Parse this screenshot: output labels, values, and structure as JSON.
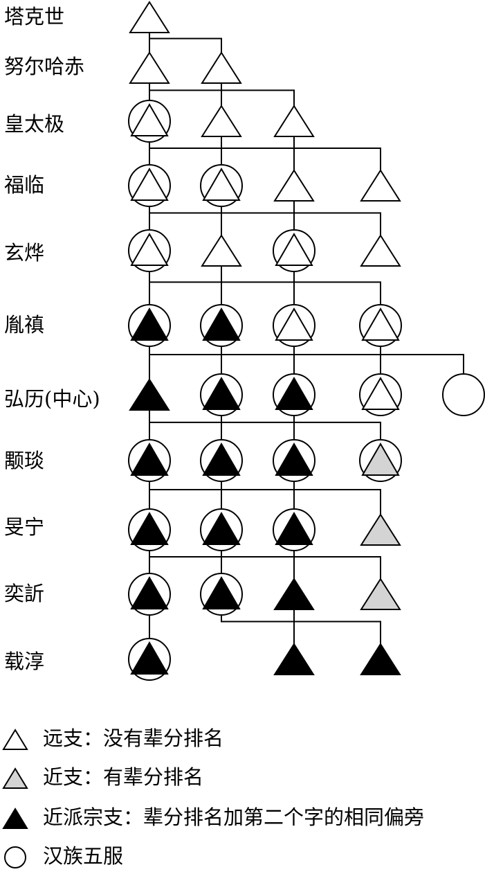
{
  "generations": [
    "塔克世",
    "努尔哈赤",
    "皇太极",
    "福临",
    "玄烨",
    "胤禛",
    "弘历(中心)",
    "颙琰",
    "旻宁",
    "奕訢",
    "载淳"
  ],
  "legend": [
    {
      "symbol": "triangle-white",
      "text": "远支：没有辈分排名"
    },
    {
      "symbol": "triangle-gray",
      "text": "近支：有辈分排名"
    },
    {
      "symbol": "triangle-black",
      "text": "近派宗支：辈分排名加第二个字的相同偏旁"
    },
    {
      "symbol": "circle",
      "text": "汉族五服"
    }
  ],
  "colors": {
    "white": "#ffffff",
    "gray": "#d4d4d4",
    "black": "#000000"
  },
  "nodes": [
    {
      "id": "g0-0",
      "gen": 0,
      "col": 0,
      "fill": "white",
      "circle": false
    },
    {
      "id": "g1-0",
      "gen": 1,
      "col": 0,
      "fill": "white",
      "circle": false
    },
    {
      "id": "g1-1",
      "gen": 1,
      "col": 1,
      "fill": "white",
      "circle": false
    },
    {
      "id": "g2-0",
      "gen": 2,
      "col": 0,
      "fill": "white",
      "circle": true
    },
    {
      "id": "g2-1",
      "gen": 2,
      "col": 1,
      "fill": "white",
      "circle": false
    },
    {
      "id": "g2-2",
      "gen": 2,
      "col": 2,
      "fill": "white",
      "circle": false
    },
    {
      "id": "g3-0",
      "gen": 3,
      "col": 0,
      "fill": "white",
      "circle": true
    },
    {
      "id": "g3-1",
      "gen": 3,
      "col": 1,
      "fill": "white",
      "circle": true
    },
    {
      "id": "g3-2",
      "gen": 3,
      "col": 2,
      "fill": "white",
      "circle": false
    },
    {
      "id": "g3-3",
      "gen": 3,
      "col": 3,
      "fill": "white",
      "circle": false
    },
    {
      "id": "g4-0",
      "gen": 4,
      "col": 0,
      "fill": "white",
      "circle": true
    },
    {
      "id": "g4-1",
      "gen": 4,
      "col": 1,
      "fill": "white",
      "circle": false
    },
    {
      "id": "g4-2",
      "gen": 4,
      "col": 2,
      "fill": "white",
      "circle": true
    },
    {
      "id": "g4-3",
      "gen": 4,
      "col": 3,
      "fill": "white",
      "circle": false
    },
    {
      "id": "g5-0",
      "gen": 5,
      "col": 0,
      "fill": "black",
      "circle": true
    },
    {
      "id": "g5-1",
      "gen": 5,
      "col": 1,
      "fill": "black",
      "circle": true
    },
    {
      "id": "g5-2",
      "gen": 5,
      "col": 2,
      "fill": "white",
      "circle": true
    },
    {
      "id": "g5-3",
      "gen": 5,
      "col": 3,
      "fill": "white",
      "circle": true
    },
    {
      "id": "g6-0",
      "gen": 6,
      "col": 0,
      "fill": "black",
      "circle": false
    },
    {
      "id": "g6-1",
      "gen": 6,
      "col": 1,
      "fill": "black",
      "circle": true
    },
    {
      "id": "g6-2",
      "gen": 6,
      "col": 2,
      "fill": "black",
      "circle": true
    },
    {
      "id": "g6-3",
      "gen": 6,
      "col": 3,
      "fill": "white",
      "circle": true
    },
    {
      "id": "g6-4",
      "gen": 6,
      "col": 4,
      "fill": "none",
      "circle": true
    },
    {
      "id": "g7-0",
      "gen": 7,
      "col": 0,
      "fill": "black",
      "circle": true
    },
    {
      "id": "g7-1",
      "gen": 7,
      "col": 1,
      "fill": "black",
      "circle": true
    },
    {
      "id": "g7-2",
      "gen": 7,
      "col": 2,
      "fill": "black",
      "circle": true
    },
    {
      "id": "g7-3",
      "gen": 7,
      "col": 3,
      "fill": "gray",
      "circle": true
    },
    {
      "id": "g8-0",
      "gen": 8,
      "col": 0,
      "fill": "black",
      "circle": true
    },
    {
      "id": "g8-1",
      "gen": 8,
      "col": 1,
      "fill": "black",
      "circle": true
    },
    {
      "id": "g8-2",
      "gen": 8,
      "col": 2,
      "fill": "black",
      "circle": true
    },
    {
      "id": "g8-3",
      "gen": 8,
      "col": 3,
      "fill": "gray",
      "circle": false
    },
    {
      "id": "g9-0",
      "gen": 9,
      "col": 0,
      "fill": "black",
      "circle": true
    },
    {
      "id": "g9-1",
      "gen": 9,
      "col": 1,
      "fill": "black",
      "circle": true
    },
    {
      "id": "g9-2",
      "gen": 9,
      "col": 2,
      "fill": "black",
      "circle": false
    },
    {
      "id": "g9-3",
      "gen": 9,
      "col": 3,
      "fill": "gray",
      "circle": false
    },
    {
      "id": "g10-0",
      "gen": 10,
      "col": 0,
      "fill": "black",
      "circle": true
    },
    {
      "id": "g10-2",
      "gen": 10,
      "col": 2,
      "fill": "black",
      "circle": false
    },
    {
      "id": "g10-3",
      "gen": 10,
      "col": 3,
      "fill": "black",
      "circle": false
    }
  ],
  "edges": [
    [
      "g0-0",
      "g1-0"
    ],
    [
      "g0-0",
      "g1-1"
    ],
    [
      "g1-0",
      "g2-0"
    ],
    [
      "g1-0",
      "g2-1"
    ],
    [
      "g1-1",
      "g2-2"
    ],
    [
      "g2-0",
      "g3-0"
    ],
    [
      "g2-0",
      "g3-1"
    ],
    [
      "g2-1",
      "g3-2"
    ],
    [
      "g2-2",
      "g3-3"
    ],
    [
      "g3-0",
      "g4-0"
    ],
    [
      "g3-0",
      "g4-1"
    ],
    [
      "g3-1",
      "g4-2"
    ],
    [
      "g3-2",
      "g4-3"
    ],
    [
      "g4-0",
      "g5-0"
    ],
    [
      "g4-0",
      "g5-1"
    ],
    [
      "g4-1",
      "g5-2"
    ],
    [
      "g4-2",
      "g5-3"
    ],
    [
      "g5-0",
      "g6-0"
    ],
    [
      "g5-0",
      "g6-1"
    ],
    [
      "g5-1",
      "g6-2"
    ],
    [
      "g5-2",
      "g6-3"
    ],
    [
      "g5-3",
      "g6-4"
    ],
    [
      "g6-0",
      "g7-0"
    ],
    [
      "g6-0",
      "g7-1"
    ],
    [
      "g6-1",
      "g7-2"
    ],
    [
      "g6-2",
      "g7-3"
    ],
    [
      "g7-0",
      "g8-0"
    ],
    [
      "g7-0",
      "g8-1"
    ],
    [
      "g7-1",
      "g8-2"
    ],
    [
      "g7-2",
      "g8-3"
    ],
    [
      "g8-0",
      "g9-0"
    ],
    [
      "g8-0",
      "g9-1"
    ],
    [
      "g8-1",
      "g9-2"
    ],
    [
      "g8-2",
      "g9-3"
    ],
    [
      "g9-0",
      "g10-0"
    ],
    [
      "g9-1",
      "g10-2"
    ],
    [
      "g9-2",
      "g10-3"
    ]
  ]
}
